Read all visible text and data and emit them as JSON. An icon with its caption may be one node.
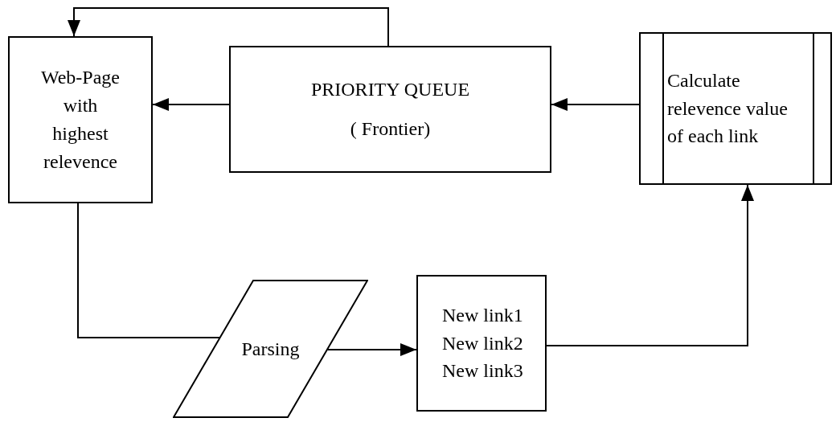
{
  "diagram": {
    "nodes": [
      {
        "text": [
          "Web-Page with highest relevence"
        ]
      },
      {
        "text": [
          "PRIORITY QUEUE",
          "( Frontier)"
        ]
      },
      {
        "text": [
          "Calculate relevence value of each link"
        ]
      },
      {
        "text": [
          "Parsing"
        ]
      },
      {
        "text": [
          "New link1 New link2 New link3"
        ]
      }
    ],
    "edges": [
      {
        "from": 2,
        "to": 1,
        "arrow": "to"
      },
      {
        "from": 1,
        "to": 0,
        "arrow": "to"
      },
      {
        "from": 1,
        "to": 0,
        "arrow": "to"
      },
      {
        "from": 0,
        "to": 3,
        "arrow": "none"
      },
      {
        "from": 3,
        "to": 4,
        "arrow": "to"
      },
      {
        "from": 4,
        "to": 2,
        "arrow": "to"
      }
    ]
  }
}
